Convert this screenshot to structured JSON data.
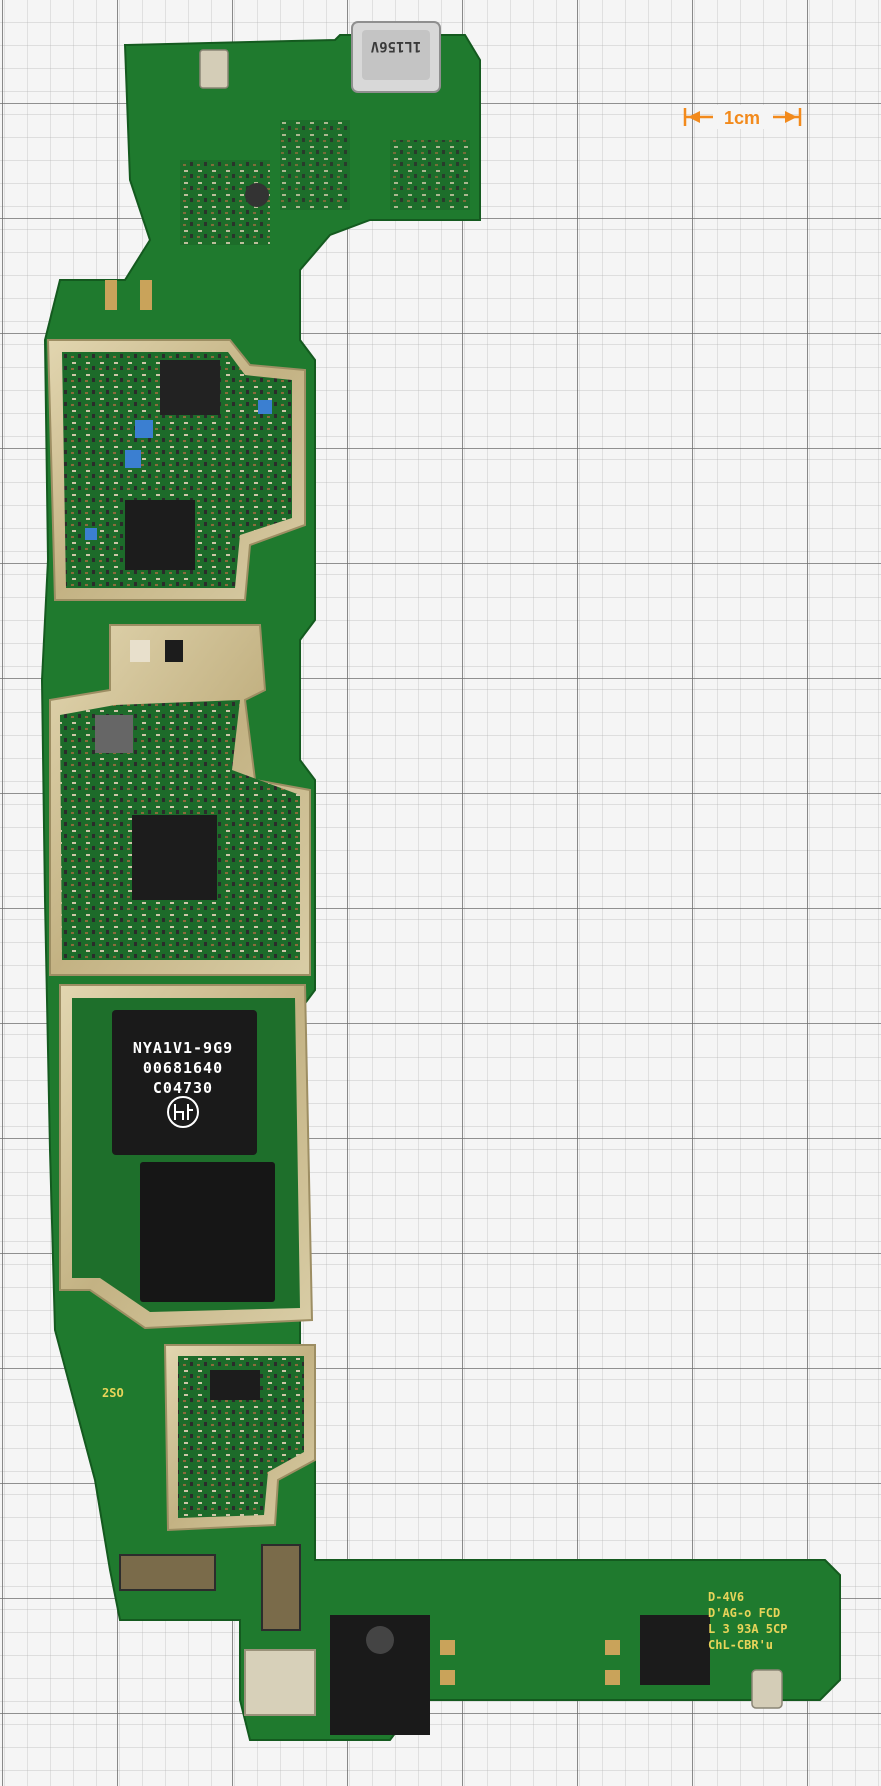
{
  "scale": {
    "label": "1cm",
    "color": "#f28a1c"
  },
  "usb_connector": {
    "marking": "1L156V"
  },
  "main_chip": {
    "line1": "NYA1V1-9G9",
    "line2": "00681640",
    "line3": "C04730",
    "logo": "hynix-logo-icon"
  },
  "silkscreen": {
    "left_label": "2SO",
    "right_lines": [
      "D-4V6",
      "D'AG-o  FCD",
      "L 3  93A  5CP",
      "ChL-CBR'u"
    ]
  },
  "colors": {
    "pcb_green": "#1f7a2e",
    "shield_gold": "#c9b88c",
    "grid_line": "#9a9a9a",
    "background": "#f5f5f5"
  }
}
